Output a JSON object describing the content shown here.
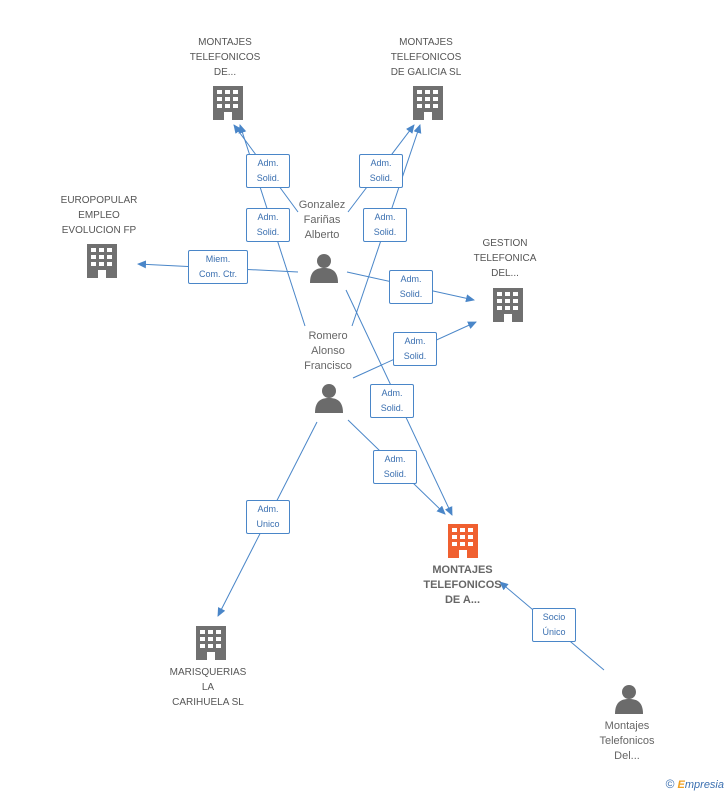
{
  "colors": {
    "edge": "#4a86c8",
    "building": "#707070",
    "building_main": "#f06030",
    "person": "#6b6b6b"
  },
  "nodes": {
    "montajes_tel_de": "MONTAJES\nTELEFONICOS\nDE...",
    "montajes_galicia": "MONTAJES\nTELEFONICOS\nDE GALICIA SL",
    "europopular": "EUROPOPULAR\nEMPLEO\nEVOLUCION FP",
    "gestion": "GESTION\nTELEFONICA\nDEL...",
    "main": "MONTAJES\nTELEFONICOS\nDE A...",
    "marisquerias": "MARISQUERIAS\nLA\nCARIHUELA SL",
    "gonzalez": "Gonzalez\nFariñas\nAlberto",
    "romero": "Romero\nAlonso\nFrancisco",
    "montajes_del": "Montajes\nTelefonicos\nDel..."
  },
  "edges": {
    "e1": "Adm.\nSolid.",
    "e2": "Adm.\nSolid.",
    "e3": "Adm.\nSolid.",
    "e4": "Adm.\nSolid.",
    "e5": "Miem.\nCom. Ctr.",
    "e6": "Adm.\nSolid.",
    "e7": "Adm.\nSolid.",
    "e8": "Adm.\nSolid.",
    "e9": "Adm.\nSolid.",
    "e10": "Adm.\nUnico",
    "e11": "Socio\nÚnico"
  },
  "footer": {
    "copyright": "©",
    "brand_initial": "E",
    "brand_rest": "mpresia"
  }
}
